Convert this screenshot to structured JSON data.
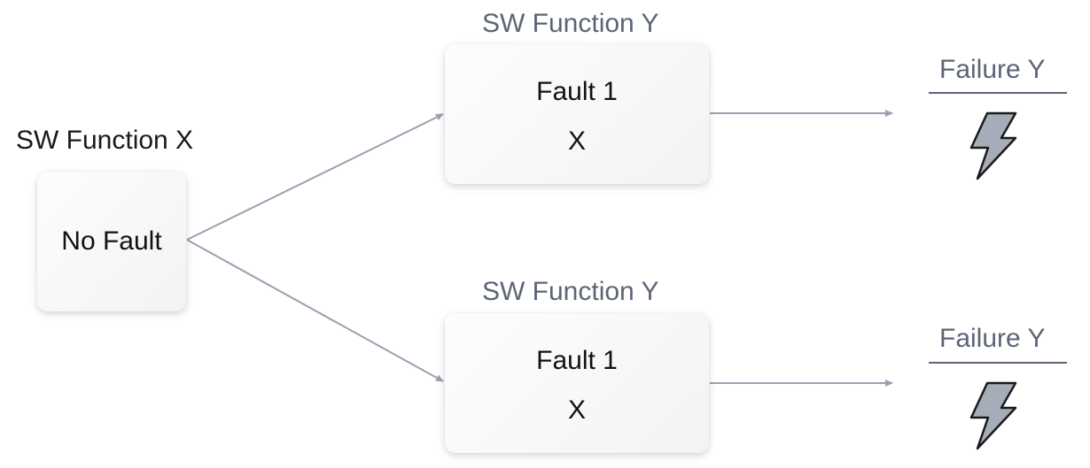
{
  "source": {
    "title": "SW Function X",
    "state": "No Fault"
  },
  "branches": [
    {
      "title": "SW Function Y",
      "fault": "Fault 1",
      "mark": "X",
      "failure": "Failure Y",
      "icon": "lightning-bolt-icon"
    },
    {
      "title": "SW Function Y",
      "fault": "Fault 1",
      "mark": "X",
      "failure": "Failure Y",
      "icon": "lightning-bolt-icon"
    }
  ],
  "colors": {
    "arrow": "#9aa1b0",
    "branch_title": "#5b6576",
    "bolt_fill": "#a7adb8",
    "bolt_stroke": "#1a1a1a"
  }
}
